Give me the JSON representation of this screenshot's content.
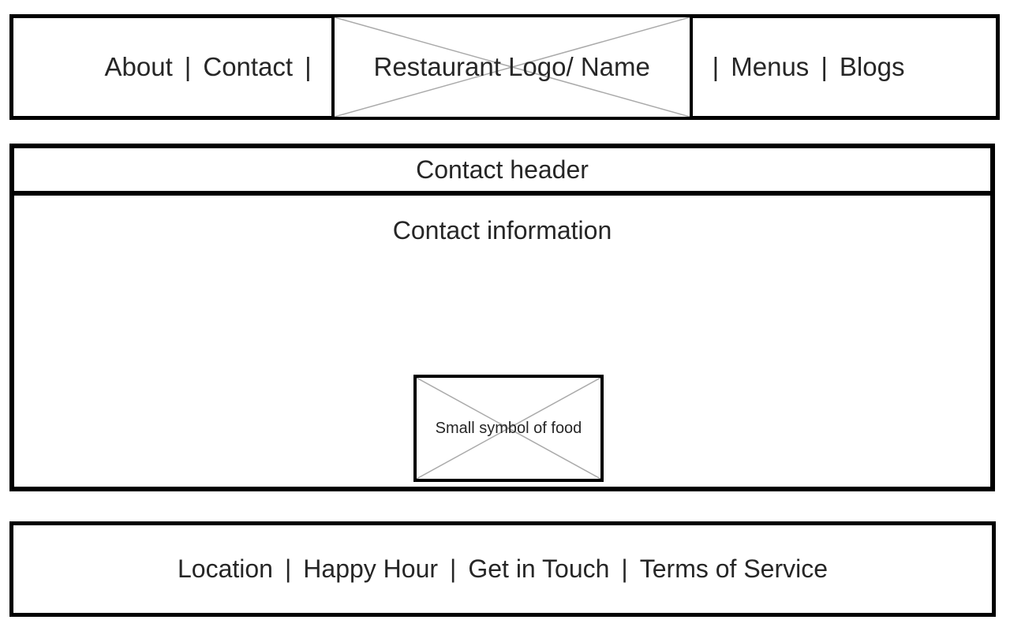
{
  "page": {
    "background_color": "#ffffff",
    "border_color": "#000000",
    "text_color": "#262626",
    "placeholder_line_color": "#aaaaaa"
  },
  "nav": {
    "separator": "|",
    "link_about": "About",
    "link_contact": "Contact",
    "logo_placeholder_label": "Restaurant Logo/ Name",
    "link_menus": "Menus",
    "link_blogs": "Blogs"
  },
  "contact": {
    "header": "Contact header",
    "info": "Contact information",
    "food_placeholder_label": "Small symbol of food"
  },
  "footer": {
    "separator": "|",
    "link_location": "Location",
    "link_happy_hour": "Happy Hour",
    "link_get_in_touch": "Get in Touch",
    "link_terms_of_service": "Terms of Service"
  }
}
